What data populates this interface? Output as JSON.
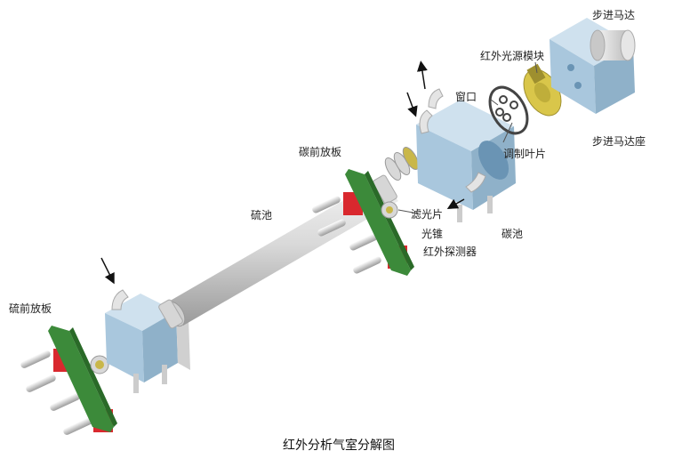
{
  "title": "红外分析气室分解图",
  "labels": {
    "stepper_motor": "步进马达",
    "ir_source_module": "红外光源模块",
    "window": "窗口",
    "chopper_wheel": "调制叶片",
    "stepper_mount": "步进马达座",
    "carbon_preamp_board": "碳前放板",
    "sulfur_cell": "硫池",
    "filter": "滤光片",
    "light_cone": "光锥",
    "ir_detector": "红外探测器",
    "carbon_cell": "碳池",
    "sulfur_preamp_board": "硫前放板"
  },
  "colors": {
    "block": "#a9c7dd",
    "pcb": "#3c8a3a",
    "sensor_red": "#d9282e",
    "metal": "#d8d8d8",
    "gold": "#d9c64a"
  }
}
